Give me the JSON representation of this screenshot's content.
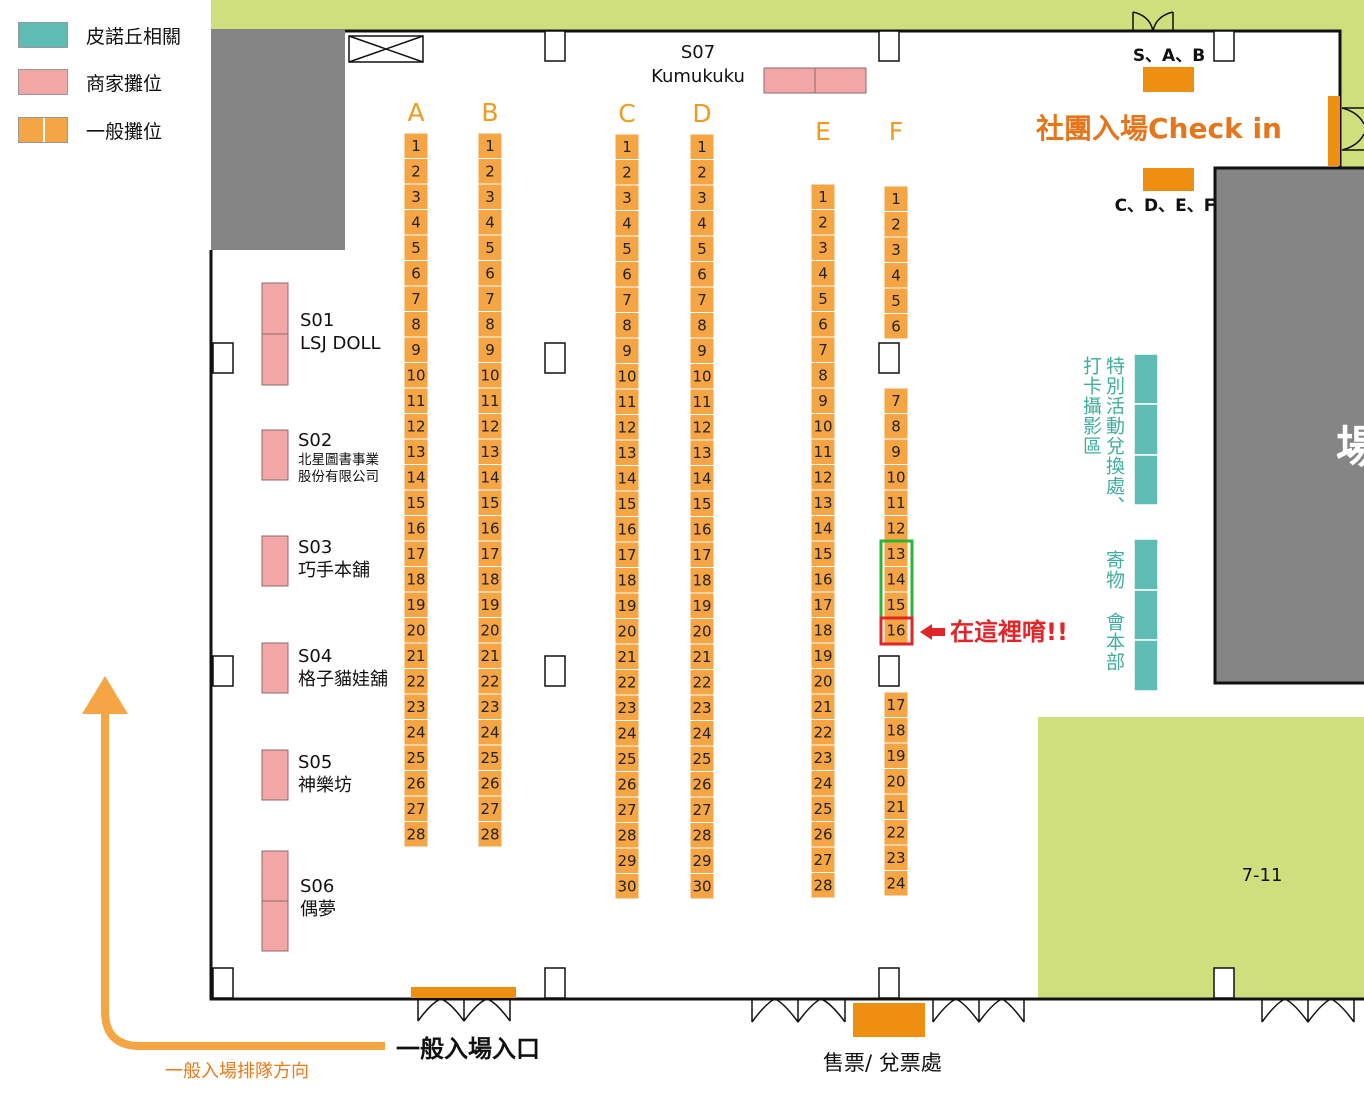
{
  "legend": [
    {
      "label": "皮諾丘相關",
      "color": "#5ebcb4"
    },
    {
      "label": "商家攤位",
      "color": "#f3a6a6"
    },
    {
      "label": "一般攤位",
      "color": "#f5a544"
    }
  ],
  "colors": {
    "general_booth": "#f5a544",
    "general_border": "#e28a16",
    "vendor_booth": "#f3a6a6",
    "pinocchio": "#5ebcb4",
    "grass": "#cfdf7e",
    "building_gray": "#858585",
    "entrance_bar": "#ef8f12",
    "heading_orange": "#f09a1e",
    "checkin_orange": "#e6761b",
    "highlight_green": "#2bb634",
    "highlight_red": "#e1262a"
  },
  "rows": [
    {
      "label": "A",
      "numbers": [
        "1",
        "2",
        "3",
        "4",
        "5",
        "6",
        "7",
        "8",
        "9",
        "10",
        "11",
        "12",
        "13",
        "14",
        "15",
        "16",
        "17",
        "18",
        "19",
        "20",
        "21",
        "22",
        "23",
        "24",
        "25",
        "26",
        "27",
        "28"
      ]
    },
    {
      "label": "B",
      "numbers": [
        "1",
        "2",
        "3",
        "4",
        "5",
        "6",
        "7",
        "8",
        "9",
        "10",
        "11",
        "12",
        "13",
        "14",
        "15",
        "16",
        "17",
        "18",
        "19",
        "20",
        "21",
        "22",
        "23",
        "24",
        "25",
        "26",
        "27",
        "28"
      ]
    },
    {
      "label": "C",
      "numbers": [
        "1",
        "2",
        "3",
        "4",
        "5",
        "6",
        "7",
        "8",
        "9",
        "10",
        "11",
        "12",
        "13",
        "14",
        "15",
        "16",
        "17",
        "18",
        "19",
        "20",
        "21",
        "22",
        "23",
        "24",
        "25",
        "26",
        "27",
        "28",
        "29",
        "30"
      ]
    },
    {
      "label": "D",
      "numbers": [
        "1",
        "2",
        "3",
        "4",
        "5",
        "6",
        "7",
        "8",
        "9",
        "10",
        "11",
        "12",
        "13",
        "14",
        "15",
        "16",
        "17",
        "18",
        "19",
        "20",
        "21",
        "22",
        "23",
        "24",
        "25",
        "26",
        "27",
        "28",
        "29",
        "30"
      ]
    },
    {
      "label": "E",
      "numbers": [
        "1",
        "2",
        "3",
        "4",
        "5",
        "6",
        "7",
        "8",
        "9",
        "10",
        "11",
        "12",
        "13",
        "14",
        "15",
        "16",
        "17",
        "18",
        "19",
        "20",
        "21",
        "22",
        "23",
        "24",
        "25",
        "26",
        "27",
        "28"
      ]
    },
    {
      "label": "F",
      "numbers": [
        "1",
        "2",
        "3",
        "4",
        "5",
        "6",
        "7",
        "8",
        "9",
        "10",
        "11",
        "12",
        "13",
        "14",
        "15",
        "16",
        "17",
        "18",
        "19",
        "20",
        "21",
        "22",
        "23",
        "24"
      ]
    }
  ],
  "vendors": {
    "s01": {
      "code": "S01",
      "name": "LSJ DOLL"
    },
    "s02": {
      "code": "S02",
      "name_line1": "北星圖書事業",
      "name_line2": "股份有限公司"
    },
    "s03": {
      "code": "S03",
      "name": "巧手本舖"
    },
    "s04": {
      "code": "S04",
      "name": "格子貓娃舖"
    },
    "s05": {
      "code": "S05",
      "name": "神樂坊"
    },
    "s06": {
      "code": "S06",
      "name": "偶夢"
    },
    "s07": {
      "code": "S07",
      "name": "Kumukuku"
    }
  },
  "checkin": {
    "title": "社團入場Check in",
    "desk_sab": "S、A、B",
    "desk_cdef": "C、D、E、F"
  },
  "pinocchio_area": {
    "label1": "特別活動兌換處、",
    "label2": "打卡攝影區",
    "label3": "寄物",
    "label4": "會本部"
  },
  "you_are_here": {
    "text": "在這裡唷!!",
    "row": "F",
    "booth": "16",
    "highlight_green": [
      "13",
      "14",
      "15"
    ]
  },
  "store": "7-11",
  "hall_partial": "場",
  "entrance": {
    "main": "一般入場入口",
    "queue": "一般入場排隊方向",
    "ticket": "售票/ 兌票處"
  }
}
